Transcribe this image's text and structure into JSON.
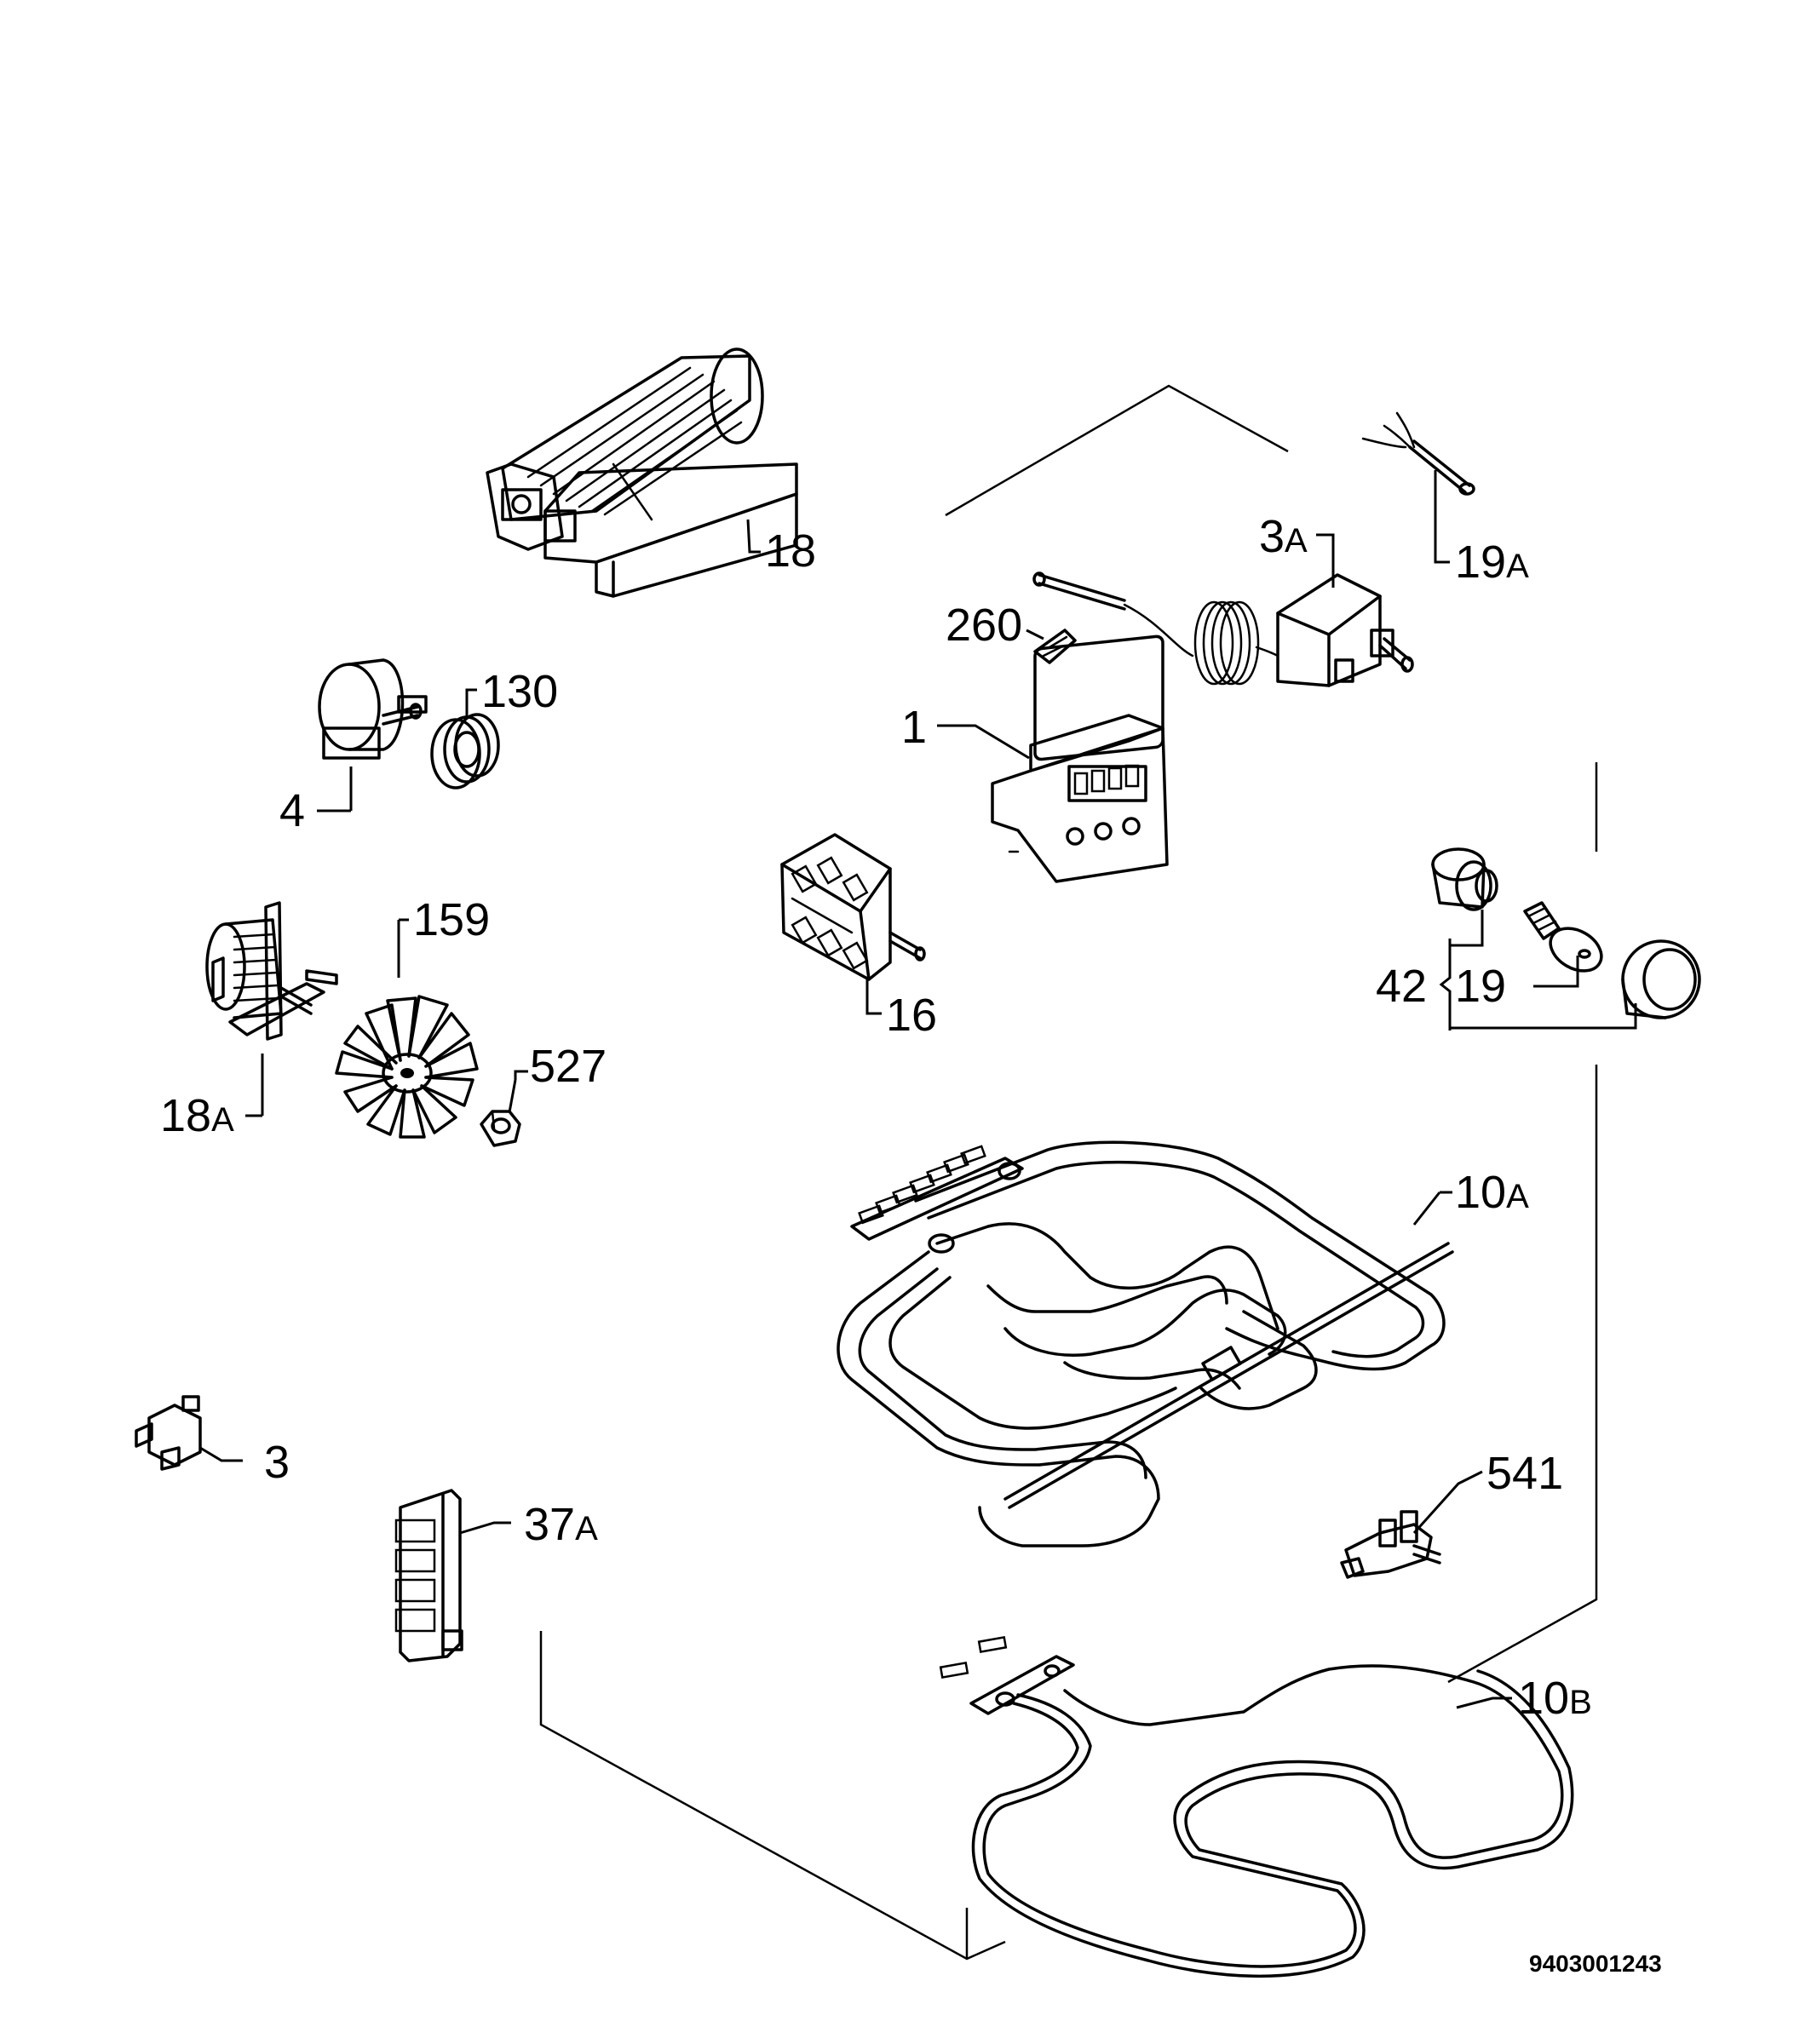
{
  "labels": {
    "p18": "18",
    "p19a_num": "19",
    "p19a_sfx": "A",
    "p3a_num": "3",
    "p3a_sfx": "A",
    "p260": "260",
    "p130": "130",
    "p4": "4",
    "p1": "1",
    "p159": "159",
    "p16": "16",
    "p42": "42",
    "p19": "19",
    "p18a_num": "18",
    "p18a_sfx": "A",
    "p527": "527",
    "p10a_num": "10",
    "p10a_sfx": "A",
    "p3": "3",
    "p37a_num": "37",
    "p37a_sfx": "A",
    "p541": "541",
    "p10b_num": "10",
    "p10b_sfx": "B"
  },
  "diagram_code": "9403001243"
}
